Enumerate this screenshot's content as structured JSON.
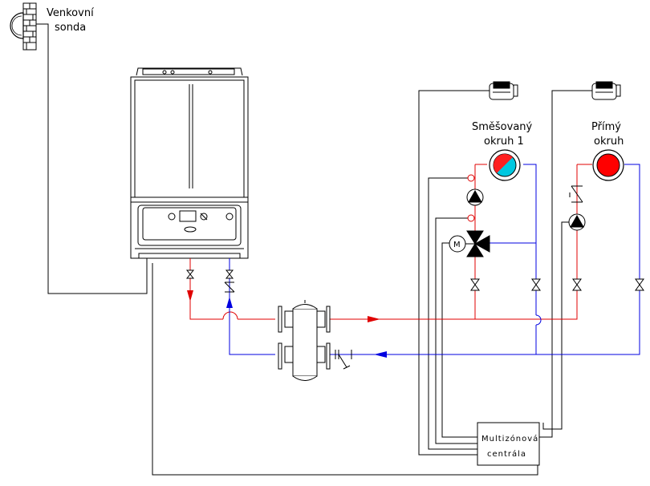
{
  "labels": {
    "outdoor_sensor_line1": "Venkovní",
    "outdoor_sensor_line2": "sonda",
    "mixed_circuit_line1": "Směšovaný",
    "mixed_circuit_line2": "okruh 1",
    "direct_circuit_line1": "Přímý",
    "direct_circuit_line2": "okruh",
    "controller_line1": "Multizónová",
    "controller_line2": "centrála",
    "valve_motor": "M"
  },
  "colors": {
    "supply": "#e00000",
    "return": "#0000e0",
    "wiring": "#000000",
    "mixed_indicator_a": "#ff2020",
    "mixed_indicator_b": "#00c8e0",
    "direct_indicator": "#ff0000"
  }
}
